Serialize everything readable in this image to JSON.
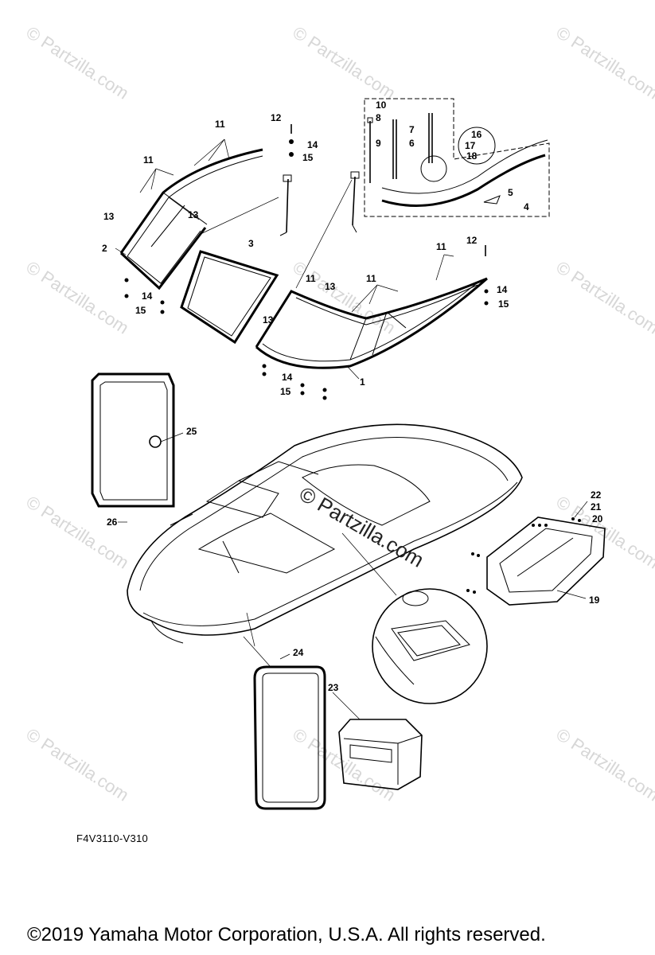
{
  "watermarks": [
    "© Partzilla.com"
  ],
  "center_watermark": "© Partzilla.com",
  "callouts": [
    "1",
    "2",
    "3",
    "4",
    "5",
    "6",
    "7",
    "8",
    "9",
    "10",
    "11",
    "12",
    "13",
    "14",
    "15",
    "16",
    "17",
    "18",
    "19",
    "20",
    "21",
    "22",
    "23",
    "24",
    "25",
    "26"
  ],
  "diagram_code": "F4V3110-V310",
  "copyright": "©2019  Yamaha Motor Corporation, U.S.A. All rights reserved."
}
